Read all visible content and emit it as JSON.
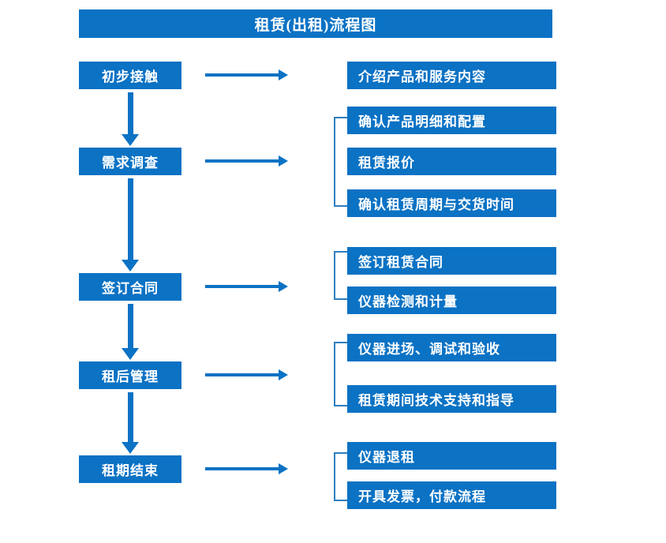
{
  "title": "租赁(出租)流程图",
  "theme": {
    "box_fill": "#0B72C4",
    "box_text": "#FFFFFF",
    "arrow": "#0B72C4",
    "bracket": "#2E7EBF",
    "background": "#FFFFFF"
  },
  "stages": [
    {
      "label": "初步接触"
    },
    {
      "label": "需求调查"
    },
    {
      "label": "签订合同"
    },
    {
      "label": "租后管理"
    },
    {
      "label": "租期结束"
    }
  ],
  "details": [
    {
      "label": "介绍产品和服务内容"
    },
    {
      "label": "确认产品明细和配置"
    },
    {
      "label": "租赁报价"
    },
    {
      "label": "确认租赁周期与交货时间"
    },
    {
      "label": "签订租赁合同"
    },
    {
      "label": "仪器检测和计量"
    },
    {
      "label": "仪器进场、调试和验收"
    },
    {
      "label": "租赁期间技术支持和指导"
    },
    {
      "label": "仪器退租"
    },
    {
      "label": "开具发票，付款流程"
    }
  ],
  "connectors": {
    "horizontal_arrow_count": 5,
    "vertical_arrow_count": 4,
    "bracket_count": 4
  }
}
